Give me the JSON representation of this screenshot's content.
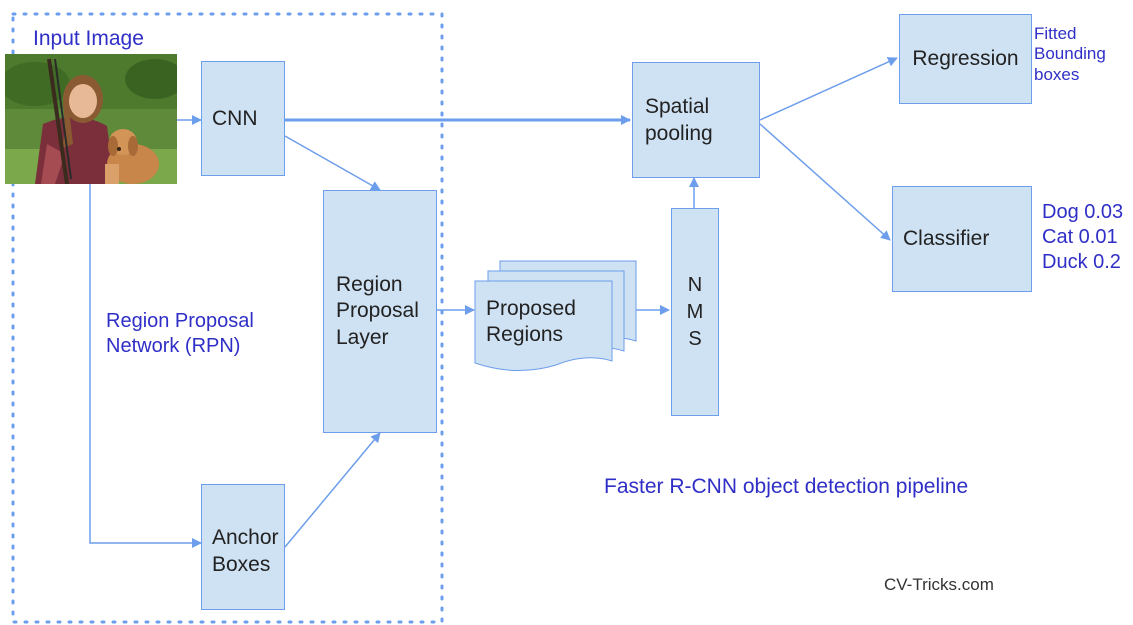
{
  "title": "Faster R-CNN object detection pipeline",
  "credit": "CV-Tricks.com",
  "input_label": "Input Image",
  "rpn_label": "Region Proposal\nNetwork (RPN)",
  "nodes": {
    "cnn": "CNN",
    "region_proposal_layer": "Region\nProposal\nLayer",
    "anchor_boxes": "Anchor\nBoxes",
    "proposed_regions": "Proposed\nRegions",
    "nms": "N\nM\nS",
    "spatial_pooling": "Spatial\npooling",
    "regression": "Regression",
    "classifier": "Classifier"
  },
  "outputs": {
    "regression": "Fitted\nBounding\nboxes",
    "classifier": "Dog 0.03\nCat 0.01\nDuck 0.2"
  },
  "colors": {
    "box_fill": "#cfe2f3",
    "box_border": "#6d9eeb",
    "label_text": "#2f2fc7",
    "arrow": "#6d9eeb"
  },
  "icons": {
    "input_image": "photo of woman with rifle and dog"
  }
}
